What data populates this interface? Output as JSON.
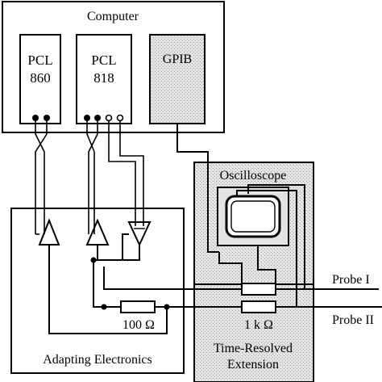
{
  "computer": {
    "title": "Computer"
  },
  "cards": {
    "pcl860": {
      "line1": "PCL",
      "line2": "860"
    },
    "pcl818": {
      "line1": "PCL",
      "line2": "818"
    },
    "gpib": {
      "label": "GPIB"
    }
  },
  "oscilloscope": {
    "label": "Oscilloscope"
  },
  "extension": {
    "line1": "Time-Resolved",
    "line2": "Extension"
  },
  "adapting": {
    "label": "Adapting Electronics"
  },
  "resistors": {
    "r100": "100 Ω",
    "r1k": "1 k Ω"
  },
  "probes": {
    "probe1": "Probe I",
    "probe2": "Probe II"
  }
}
